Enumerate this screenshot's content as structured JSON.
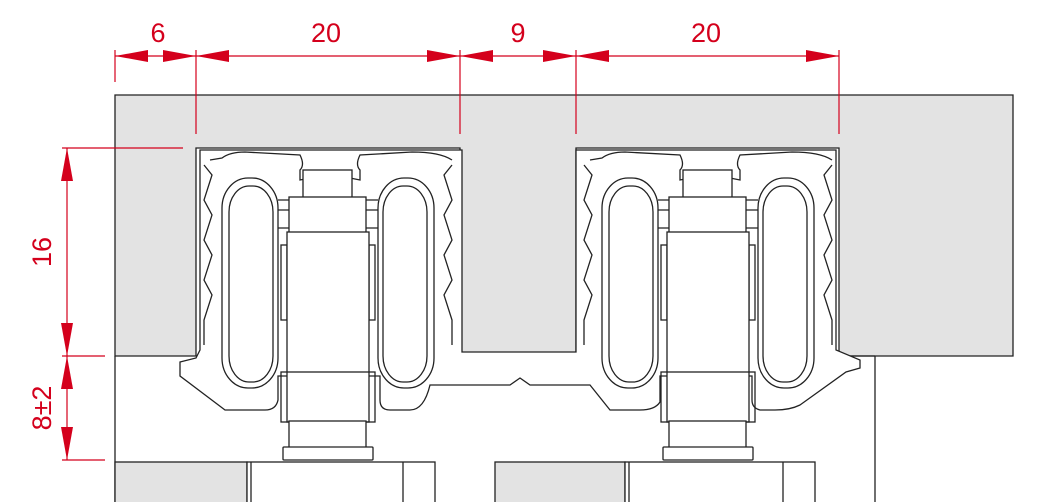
{
  "diagram": {
    "colors": {
      "dimension": "#d4001c",
      "section_fill": "#e3e3e3",
      "outline": "#222222"
    },
    "dimensions_horizontal": [
      {
        "label": "6"
      },
      {
        "label": "20"
      },
      {
        "label": "9"
      },
      {
        "label": "20"
      }
    ],
    "dimensions_vertical": [
      {
        "label": "16"
      },
      {
        "label": "8±2"
      }
    ]
  }
}
